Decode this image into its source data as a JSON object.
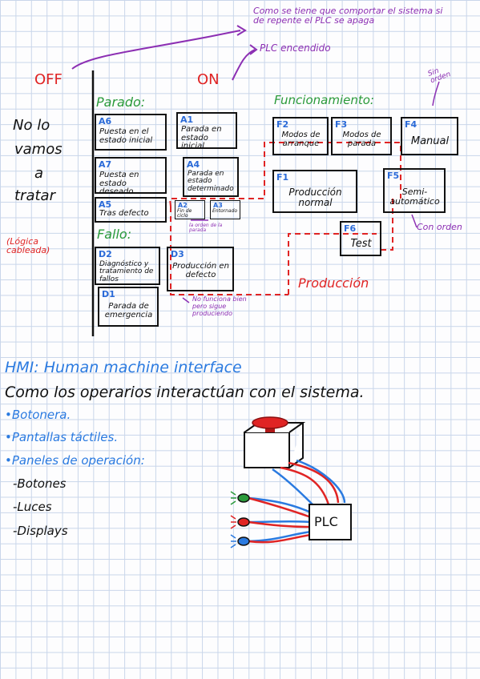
{
  "notes": {
    "plc_off_note": "Como se tiene que comportar el sistema si de repente el PLC se apaga",
    "plc_on_note": "PLC encendido",
    "off": "OFF",
    "on": "ON",
    "sin_orden": "Sin orden",
    "no_lo_vamos": [
      "No lo",
      "vamos",
      "a",
      "tratar"
    ],
    "logica_cableada": "(Lógica cableada)",
    "parado_title": "Parado:",
    "fallo_title": "Fallo:",
    "funcionamiento_title": "Funcionamiento:",
    "produccion_title": "Producción",
    "con_orden": "Con orden",
    "orden_parada": "la orden de la parada",
    "no_funciona": "No funciona bien pero sigue produciendo"
  },
  "states": {
    "A6": {
      "code": "A6",
      "label": "Puesta en el estado inicial"
    },
    "A1": {
      "code": "A1",
      "label": "Parada en estado inicial"
    },
    "A7": {
      "code": "A7",
      "label": "Puesta en estado deseado"
    },
    "A4": {
      "code": "A4",
      "label": "Parada en estado determinado"
    },
    "A5": {
      "code": "A5",
      "label": "Tras defecto"
    },
    "A2": {
      "code": "A2",
      "label": "Fin de ciclo"
    },
    "A3": {
      "code": "A3",
      "label": "Entornado"
    },
    "D2": {
      "code": "D2",
      "label": "Diagnóstico y tratamiento de fallos"
    },
    "D3": {
      "code": "D3",
      "label": "Producción en defecto"
    },
    "D1": {
      "code": "D1",
      "label": "Parada de emergencia"
    },
    "F2": {
      "code": "F2",
      "label": "Modos de arranque"
    },
    "F3": {
      "code": "F3",
      "label": "Modos de parada"
    },
    "F4": {
      "code": "F4",
      "label": "Manual"
    },
    "F1": {
      "code": "F1",
      "label": "Producción normal"
    },
    "F5": {
      "code": "F5",
      "label": "Semi-automático"
    },
    "F6": {
      "code": "F6",
      "label": "Test"
    }
  },
  "hmi": {
    "title": "HMI: Human machine interface",
    "subtitle": "Como los operarios interactúan con el sistema.",
    "bullets": [
      "•Botonera.",
      "•Pantallas táctiles.",
      "•Paneles de operación:"
    ],
    "sub_items": [
      "-Botones",
      "-Luces",
      "-Displays"
    ],
    "plc_label": "PLC"
  },
  "colors": {
    "purple": "#8c2fb3",
    "green": "#2a9a3a",
    "red": "#e02424",
    "blue": "#2a7ae0",
    "ink": "#111111",
    "grid": "#c9d6ea"
  }
}
